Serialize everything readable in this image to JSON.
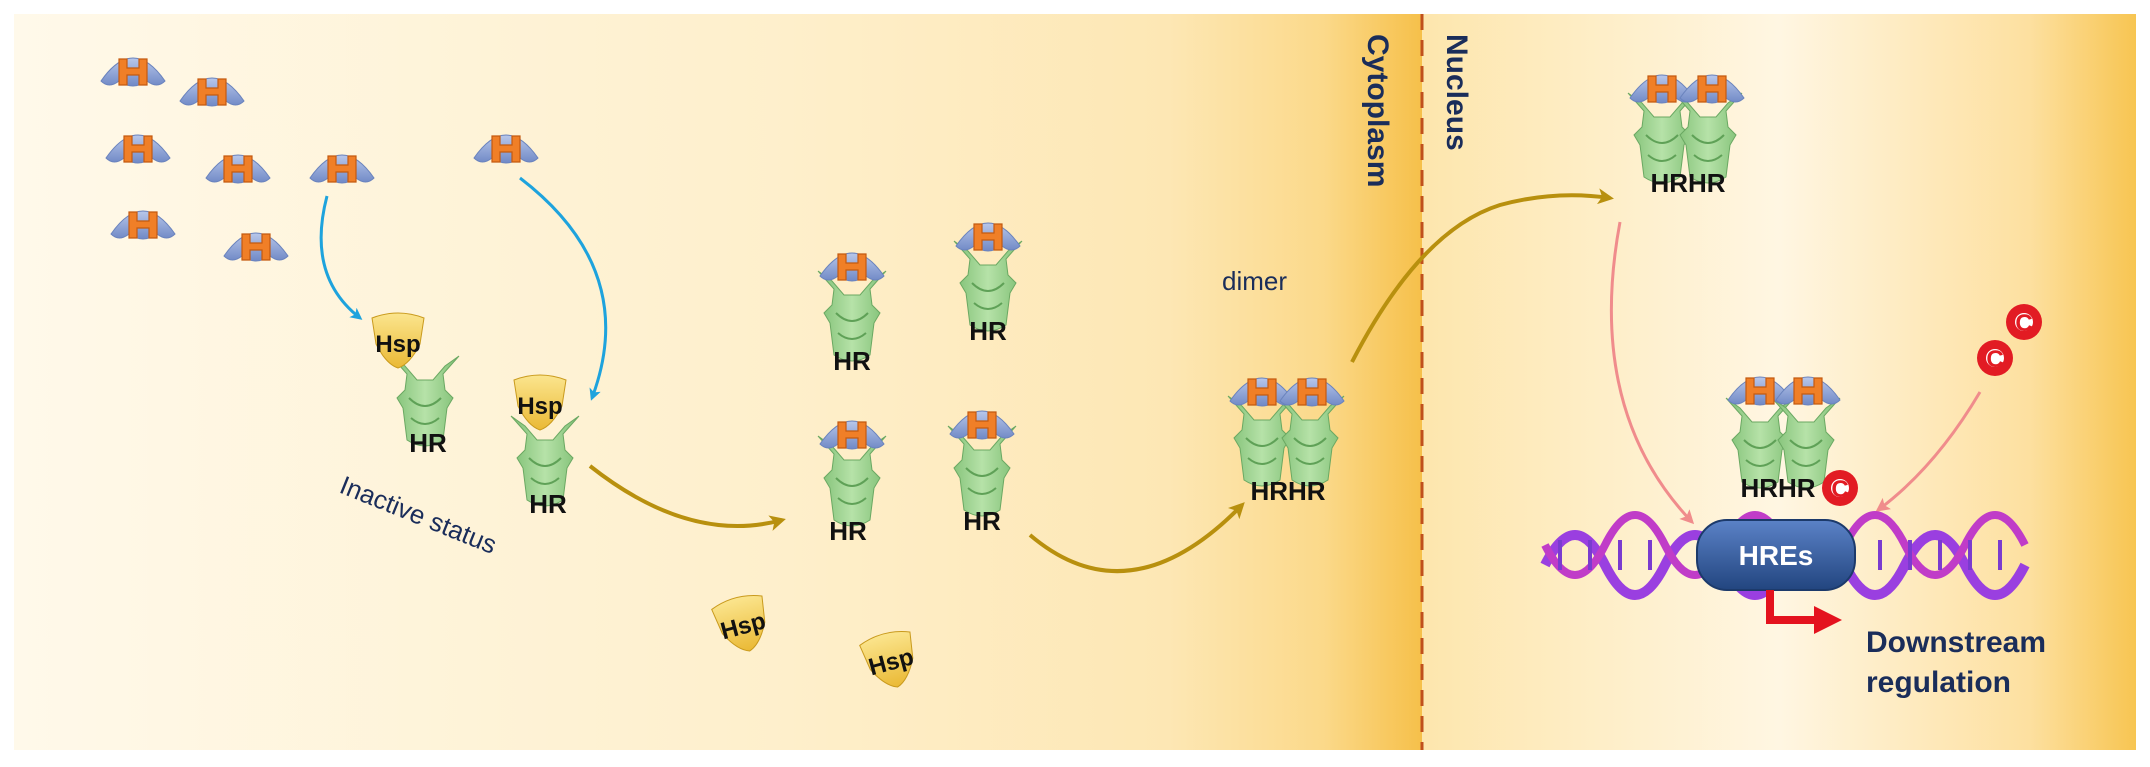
{
  "labels": {
    "hormone": "H",
    "hsp": "Hsp",
    "receptor": "HR",
    "dimer_pair": "HRHR",
    "inactive_status": "Inactive status",
    "dimer": "dimer",
    "cytoplasm": "Cytoplasm",
    "nucleus": "Nucleus",
    "hres": "HREs",
    "coactivator": "C",
    "downstream_line1": "Downstream",
    "downstream_line2": "regulation"
  },
  "colors": {
    "background_light": "#fff8e8",
    "background_mid": "#fde9bc",
    "membrane": "#f6c04a",
    "nuclear_background": "#fde4a8",
    "nuclear_border": "#c0501c",
    "receptor_green": "#98d18c",
    "receptor_green_dark": "#5fa157",
    "hormone_cap": "#8fa6d8",
    "hormone_letter": "#f07f27",
    "hsp_yellow": "#f7d35c",
    "arrow_blue": "#1ea3dd",
    "arrow_gold": "#b8900e",
    "arrow_pink": "#f08c8c",
    "hres_blue": "#2d5aa0",
    "coactivator_red": "#e21b23",
    "dna_purple": "#9a3fe0",
    "dna_magenta": "#c03cc8",
    "downstream_arrow": "#e4121e"
  }
}
